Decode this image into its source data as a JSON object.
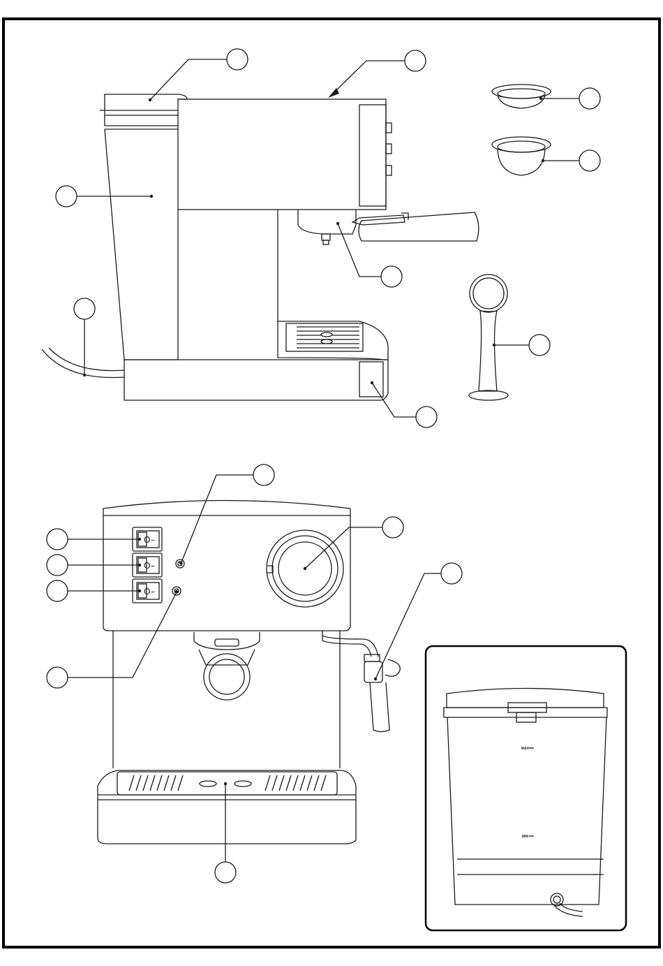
{
  "inset": {
    "max_label": "MAX",
    "min_label": "MIN"
  },
  "front_panel": {
    "switch_on_symbol": "O",
    "switch_off_symbol": "–"
  },
  "callouts": [
    {
      "id": "c-lid"
    },
    {
      "id": "c-top"
    },
    {
      "id": "c-filter-1cup"
    },
    {
      "id": "c-filter-2cup"
    },
    {
      "id": "c-tank"
    },
    {
      "id": "c-cord"
    },
    {
      "id": "c-group"
    },
    {
      "id": "c-tamper"
    },
    {
      "id": "c-drip"
    },
    {
      "id": "c-light-1"
    },
    {
      "id": "c-switch-1"
    },
    {
      "id": "c-switch-2"
    },
    {
      "id": "c-switch-3"
    },
    {
      "id": "c-light-2"
    },
    {
      "id": "c-knob"
    },
    {
      "id": "c-steam"
    },
    {
      "id": "c-grille"
    }
  ]
}
